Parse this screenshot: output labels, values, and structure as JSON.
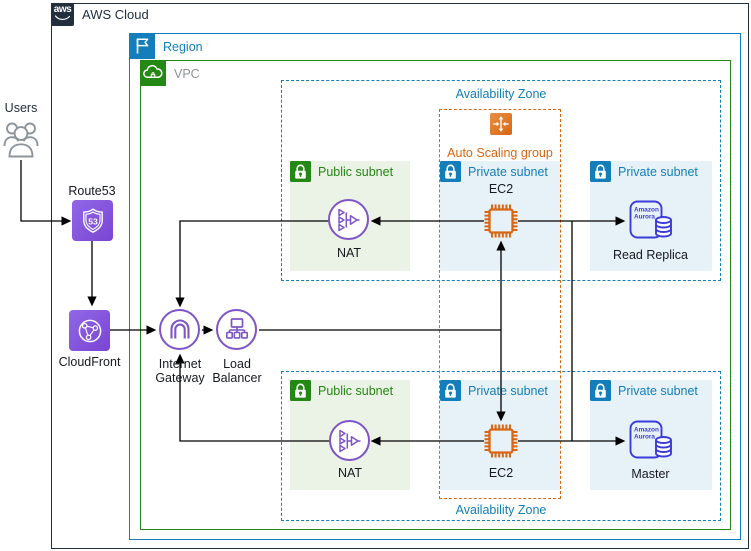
{
  "labels": {
    "aws_logo": "aws",
    "aws_cloud": "AWS Cloud",
    "region": "Region",
    "vpc": "VPC",
    "az_top": "Availability Zone",
    "az_bottom": "Availability Zone",
    "auto_scaling_group": "Auto Scaling group",
    "users": "Users",
    "route53": "Route53",
    "route53_number": "53",
    "cloudfront": "CloudFront",
    "internet_gateway": "Internet Gateway",
    "load_balancer": "Load Balancer",
    "public_subnet_top": "Public subnet",
    "public_subnet_bottom": "Public subnet",
    "private_subnet_ec2_top": "Private subnet",
    "private_subnet_ec2_bottom": "Private subnet",
    "private_subnet_replica": "Private subnet",
    "private_subnet_master": "Private subnet",
    "nat_top": "NAT",
    "nat_bottom": "NAT",
    "ec2_top": "EC2",
    "ec2_bottom": "EC2",
    "read_replica": "Read Replica",
    "master": "Master",
    "aurora_word1": "Amazon",
    "aurora_word2": "Aurora"
  },
  "colors": {
    "dark": "#232F3E",
    "text": "#16191F",
    "blue": "#147EBA",
    "green": "#248814",
    "gray": "#8E9396",
    "icon_gray": "#8D9499",
    "orange": "#D86613",
    "orange_light": "#E78F44",
    "purple": "#7D55C7",
    "purple_light": "#9168E6",
    "purple_deep": "#7A44D4",
    "indigo": "#3B3BD8",
    "light_green": "#EBF3E6",
    "light_blue": "#E7F2F8",
    "line": "#000000"
  }
}
